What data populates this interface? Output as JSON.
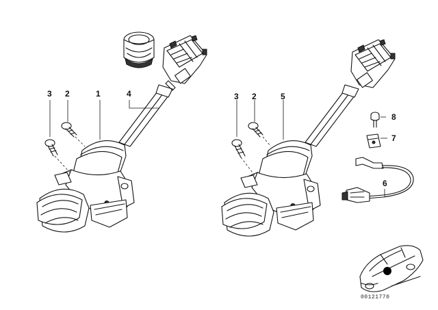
{
  "diagram": {
    "callouts": {
      "left_3": "3",
      "left_2": "2",
      "left_1": "1",
      "left_4": "4",
      "right_3": "3",
      "right_2": "2",
      "right_5": "5",
      "right_8": "8",
      "right_7": "7",
      "right_6": "6"
    },
    "part_number": "00121770"
  }
}
